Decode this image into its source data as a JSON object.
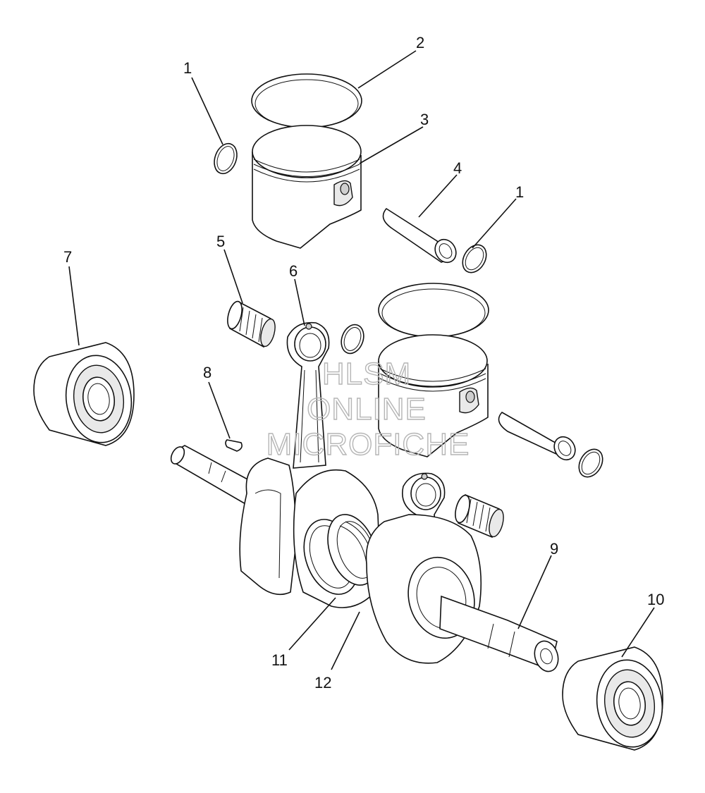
{
  "watermark": {
    "line1": "HLSM",
    "line2": "ONLINE",
    "line3": "MICROFICHE"
  },
  "callouts": [
    {
      "id": "c1a",
      "text": "1"
    },
    {
      "id": "c2",
      "text": "2"
    },
    {
      "id": "c3",
      "text": "3"
    },
    {
      "id": "c4",
      "text": "4"
    },
    {
      "id": "c1b",
      "text": "1"
    },
    {
      "id": "c5",
      "text": "5"
    },
    {
      "id": "c6",
      "text": "6"
    },
    {
      "id": "c7",
      "text": "7"
    },
    {
      "id": "c8",
      "text": "8"
    },
    {
      "id": "c9",
      "text": "9"
    },
    {
      "id": "c10",
      "text": "10"
    },
    {
      "id": "c11",
      "text": "11"
    },
    {
      "id": "c12",
      "text": "12"
    }
  ]
}
